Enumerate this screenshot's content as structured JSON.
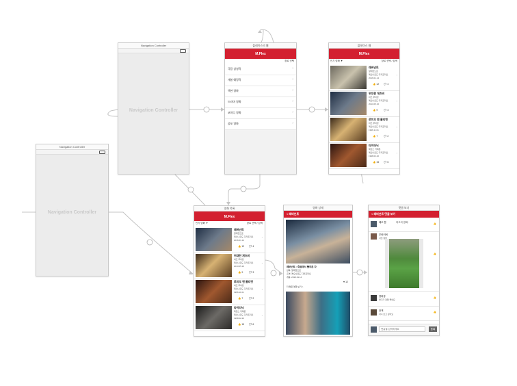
{
  "canvas_background": "#ffffff",
  "accent_color": "#d32030",
  "nav_controller_1": {
    "title": "Navigation Controller",
    "label": "Navigation Controller"
  },
  "nav_controller_2": {
    "title": "Navigation Controller",
    "label": "Navigation Controller"
  },
  "category_scene": {
    "title": "플레이스의 웹",
    "nav_title": "M.Flex",
    "subtitle": "장르 선택",
    "rows": [
      {
        "label": "극장 상영작"
      },
      {
        "label": "개봉 예정작"
      },
      {
        "label": "액션 영화"
      },
      {
        "label": "드라마 영화"
      },
      {
        "label": "코미디 영화"
      },
      {
        "label": "공포 영화"
      }
    ]
  },
  "movie_list_scene_1": {
    "title": "플레이스 웹",
    "nav_title": "M.Flex",
    "left_label": "인기 영화 ▼",
    "right_label": "장르 선택 / 검색",
    "items": [
      {
        "title": "레버넌트",
        "sub1": "알레한드로",
        "sub2": "레오나르도 디카프리오",
        "sub3": "2016.01.14",
        "likes": "12",
        "comments": "4"
      },
      {
        "title": "위대한 개츠비",
        "sub1": "바즈 루어만",
        "sub2": "레오나르도 디카프리오",
        "sub3": "2013.05.16",
        "likes": "9",
        "comments": "3"
      },
      {
        "title": "로미오 앤 줄리엣",
        "sub1": "바즈 루어만",
        "sub2": "레오나르도 디카프리오",
        "sub3": "1996.11.01",
        "likes": "7",
        "comments": "2"
      },
      {
        "title": "타이타닉",
        "sub1": "제임스 카메론",
        "sub2": "레오나르도 디카프리오",
        "sub3": "1998.02.20",
        "likes": "15",
        "comments": "6"
      }
    ]
  },
  "movie_list_scene_2": {
    "title": "영화 목록",
    "nav_title": "M.Flex",
    "left_label": "인기 영화 ▼",
    "right_label": "장르 선택 / 검색",
    "items": [
      {
        "title": "레버넌트",
        "sub1": "알레한드로",
        "sub2": "레오나르도 디카프리오",
        "sub3": "2016.01.14",
        "likes": "12",
        "comments": "4"
      },
      {
        "title": "위대한 개츠비",
        "sub1": "바즈 루어만",
        "sub2": "레오나르도 디카프리오",
        "sub3": "2013.05.16",
        "likes": "9",
        "comments": "3"
      },
      {
        "title": "로미오 앤 줄리엣",
        "sub1": "바즈 루어만",
        "sub2": "레오나르도 디카프리오",
        "sub3": "1996.11.01",
        "likes": "7",
        "comments": "2"
      },
      {
        "title": "타이타닉",
        "sub1": "제임스 카메론",
        "sub2": "레오나르도 디카프리오",
        "sub3": "1998.02.20",
        "likes": "15",
        "comments": "6"
      }
    ]
  },
  "detail_scene": {
    "title": "영화 상세",
    "nav_title": "< 레버넌트",
    "info1": "레버넌트 : 죽음에서 돌아온 자",
    "info2": "감독: 알레한드로",
    "info3": "출연: 레오나르도 디카프리오",
    "info4": "개봉: 2016.01.14",
    "like": "♥ 12",
    "more": "더 많은 영화 보기 >"
  },
  "comments_scene": {
    "title": "댓글 보기",
    "nav_title": "< 레버넌트 댓글 보기",
    "comments": [
      {
        "user": "레오 팬",
        "text": "최고의 영화!"
      },
      {
        "user": "무비러버",
        "text": "사진 첨부"
      },
      {
        "user": "영화광",
        "text": "연기가 정말 좋네요"
      },
      {
        "user": "관객",
        "text": "다시 보고 싶어요"
      }
    ],
    "input_placeholder": "댓글을 입력하세요",
    "send_label": "등록"
  }
}
